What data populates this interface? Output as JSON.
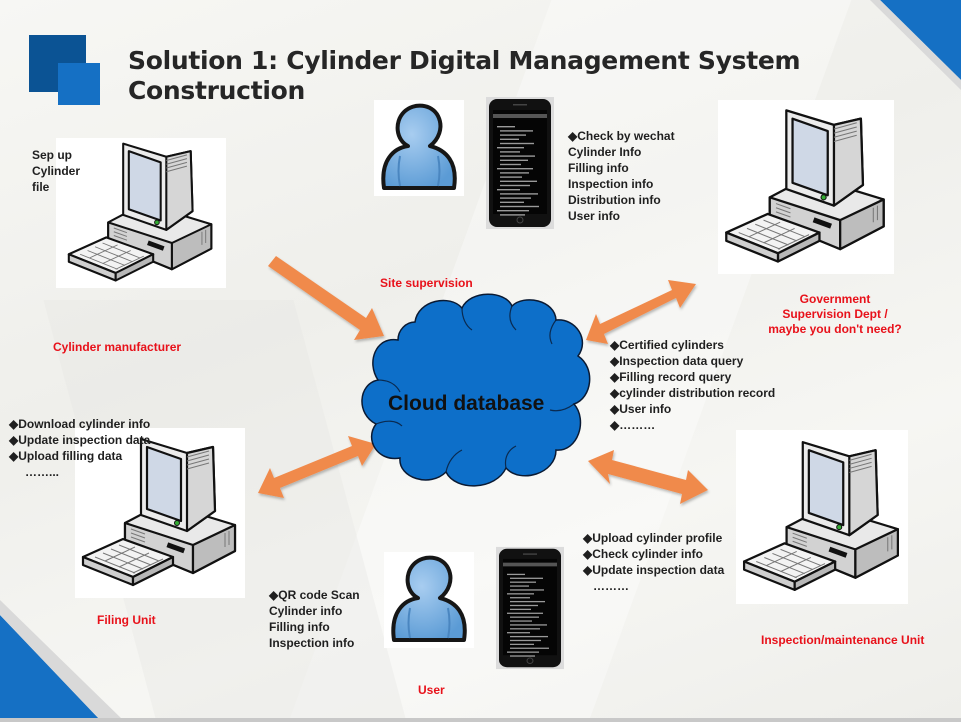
{
  "slide": {
    "title_line1": "Solution 1: Cylinder Digital Management System",
    "title_line2": "Construction",
    "accent_color": "#1570c4",
    "arrow_color": "#f08a4b",
    "label_color": "#e8111a"
  },
  "center": {
    "label": "Cloud database",
    "icon": "cloud-icon"
  },
  "nodes": {
    "manufacturer": {
      "label": "Cylinder manufacturer",
      "icon": "desktop-computer-icon",
      "notes": [
        "Sep up",
        "Cylinder",
        "file"
      ]
    },
    "site_supervision": {
      "label": "Site supervision",
      "icons": [
        "person-icon",
        "smartphone-icon"
      ],
      "notes": [
        "◆Check by wechat",
        "Cylinder Info",
        "Filling info",
        "Inspection info",
        "Distribution info",
        "User info"
      ]
    },
    "government": {
      "label_lines": [
        "Government",
        "Supervision Dept /",
        "maybe you don't need?"
      ],
      "icon": "desktop-computer-icon",
      "notes": [
        "◆Certified cylinders",
        "◆Inspection data query",
        "◆Filling record query",
        "◆cylinder distribution record",
        "◆User info",
        "◆………"
      ]
    },
    "filing_unit": {
      "label": "Filing Unit",
      "icon": "desktop-computer-icon",
      "notes": [
        "◆Download cylinder info",
        "◆Update inspection data",
        "◆Upload filling data",
        "……..."
      ]
    },
    "user": {
      "label": "User",
      "icons": [
        "person-icon",
        "smartphone-icon"
      ],
      "notes": [
        "◆QR code Scan",
        "Cylinder info",
        "Filling info",
        "Inspection info"
      ]
    },
    "inspection_unit": {
      "label": "Inspection/maintenance  Unit",
      "icon": "desktop-computer-icon",
      "notes": [
        "◆Upload cylinder profile",
        "◆Check cylinder info",
        "◆Update inspection data",
        "………"
      ]
    }
  }
}
